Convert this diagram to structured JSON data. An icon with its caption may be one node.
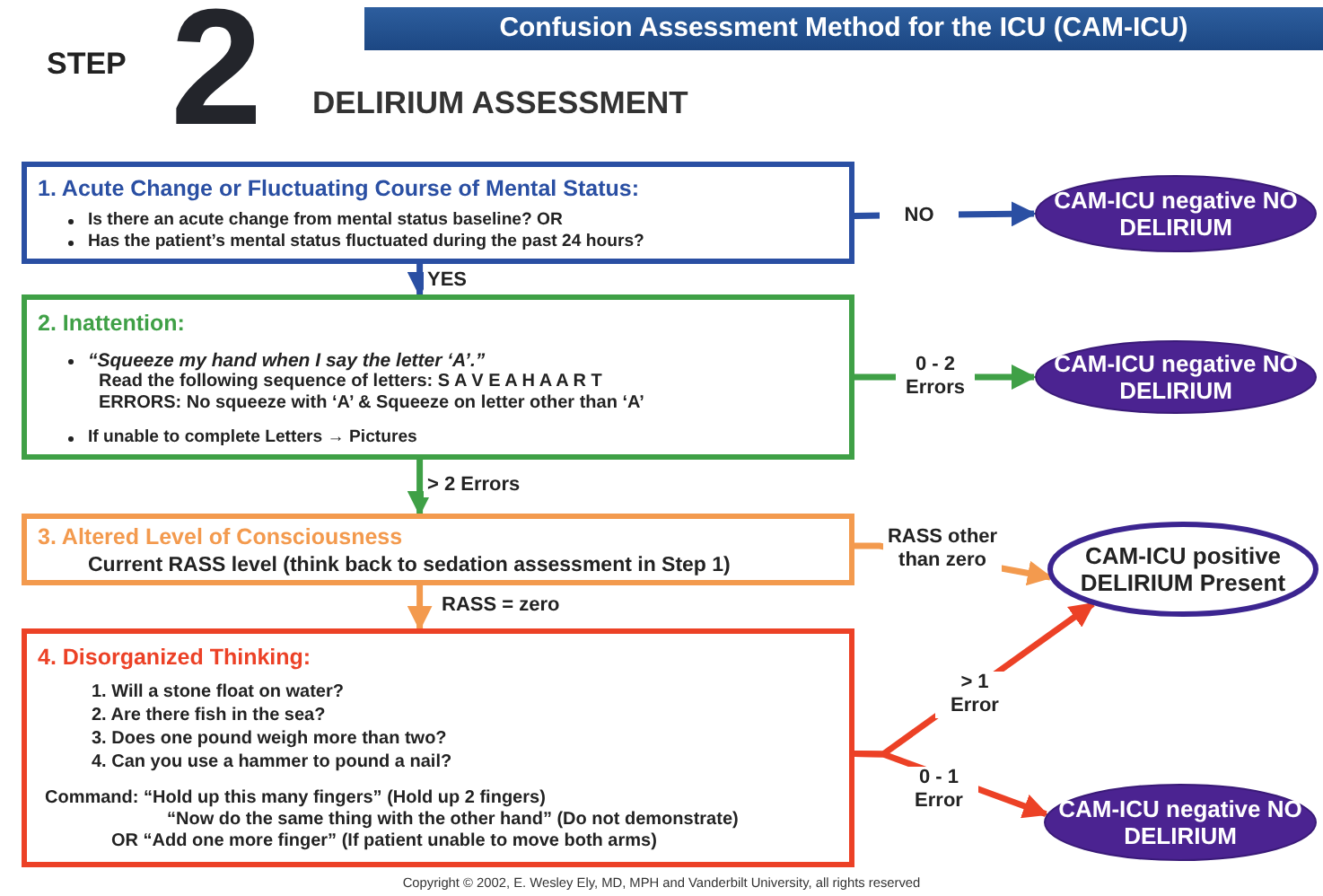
{
  "diagram": {
    "title": "Confusion Assessment Method for the ICU (CAM-ICU)",
    "nodes": [
      {
        "text": [
          "1. Acute Change or Fluctuating Course of Mental Status:",
          "Is there an acute change from mental status baseline?   OR",
          "Has the patient’s mental status fluctuated during the past 24 hours?"
        ]
      },
      {
        "text": [
          "CAM-ICU negative NO DELIRIUM"
        ]
      },
      {
        "text": [
          "2. Inattention:",
          "“Squeeze my hand when I say the letter ‘A’.”",
          "Read the following sequence of letters: S A V E A H A A R T",
          "ERRORS: No squeeze with ‘A’ & Squeeze on letter other than ‘A’",
          "If unable to complete Letters → Pictures"
        ]
      },
      {
        "text": [
          "CAM-ICU negative NO DELIRIUM"
        ]
      },
      {
        "text": [
          "3. Altered Level of Consciousness",
          "Current RASS level (think back to sedation assessment in Step 1)"
        ]
      },
      {
        "text": [
          "CAM-ICU positive DELIRIUM Present"
        ]
      },
      {
        "text": [
          "4. Disorganized Thinking:",
          "1. Will a stone float on water?",
          "2. Are there fish in the sea?",
          "3. Does one pound weigh more than two?",
          "4. Can you use a hammer to pound a nail?",
          "Command:  “Hold up this many fingers” (Hold up 2 fingers)",
          "“Now do the same thing with the other hand” (Do not demonstrate)",
          "OR   “Add one more finger” (If patient unable to move both arms)"
        ]
      },
      {
        "text": [
          "CAM-ICU negative NO DELIRIUM"
        ]
      }
    ],
    "edges": [
      {
        "from": 0,
        "to": 2,
        "arrow": "to",
        "label": "YES",
        "color": "#2a4fa3"
      },
      {
        "from": 0,
        "to": 1,
        "arrow": "to",
        "label": "NO",
        "color": "#2a4fa3"
      },
      {
        "from": 2,
        "to": 4,
        "arrow": "to",
        "label": "> 2 Errors",
        "color": "#3fa046"
      },
      {
        "from": 2,
        "to": 3,
        "arrow": "to",
        "label": "0 - 2 Errors",
        "color": "#3fa046"
      },
      {
        "from": 4,
        "to": 6,
        "arrow": "to",
        "label": "RASS = zero",
        "color": "#f39a4e"
      },
      {
        "from": 4,
        "to": 5,
        "arrow": "to",
        "label": "RASS other than zero",
        "color": "#f39a4e"
      },
      {
        "from": 6,
        "to": 5,
        "arrow": "to",
        "label": "> 1 Error",
        "color": "#ec4126"
      },
      {
        "from": 6,
        "to": 7,
        "arrow": "to",
        "label": "0 - 1 Error",
        "color": "#ec4126"
      }
    ],
    "labels": [
      "STEP",
      "2",
      "DELIRIUM ASSESSMENT",
      "Copyright © 2002, E. Wesley Ely, MD, MPH and Vanderbilt University, all rights reserved"
    ]
  }
}
